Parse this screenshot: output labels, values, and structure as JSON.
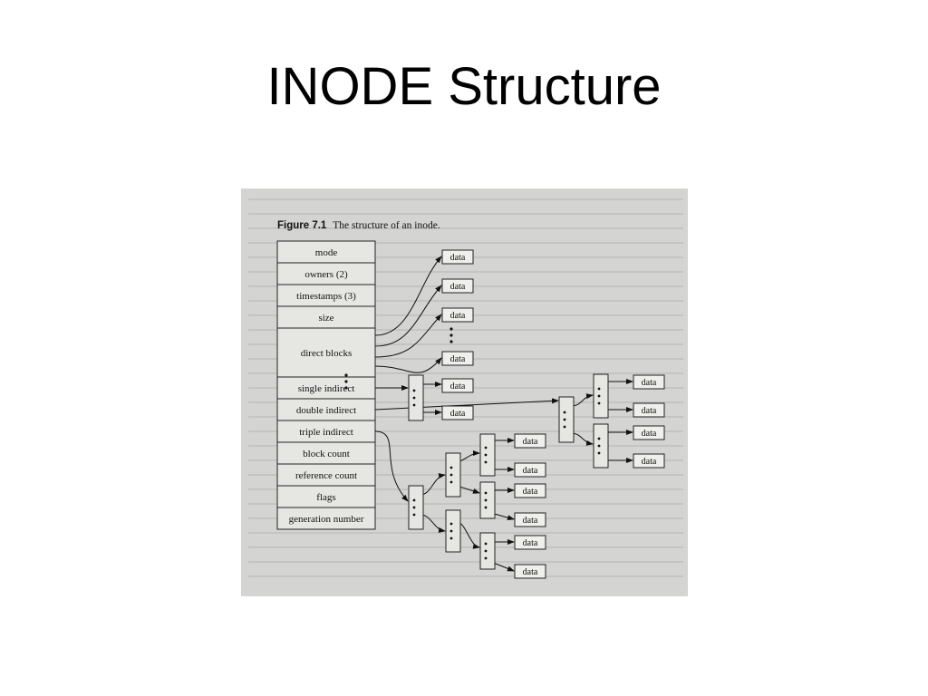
{
  "slide": {
    "title": "INODE Structure"
  },
  "figure": {
    "caption_number": "Figure 7.1",
    "caption_text": "The structure of an inode.",
    "inode_fields": [
      "mode",
      "owners (2)",
      "timestamps (3)",
      "size",
      "direct blocks",
      "single indirect",
      "double indirect",
      "triple indirect",
      "block count",
      "reference count",
      "flags",
      "generation number"
    ],
    "data_label": "data"
  }
}
